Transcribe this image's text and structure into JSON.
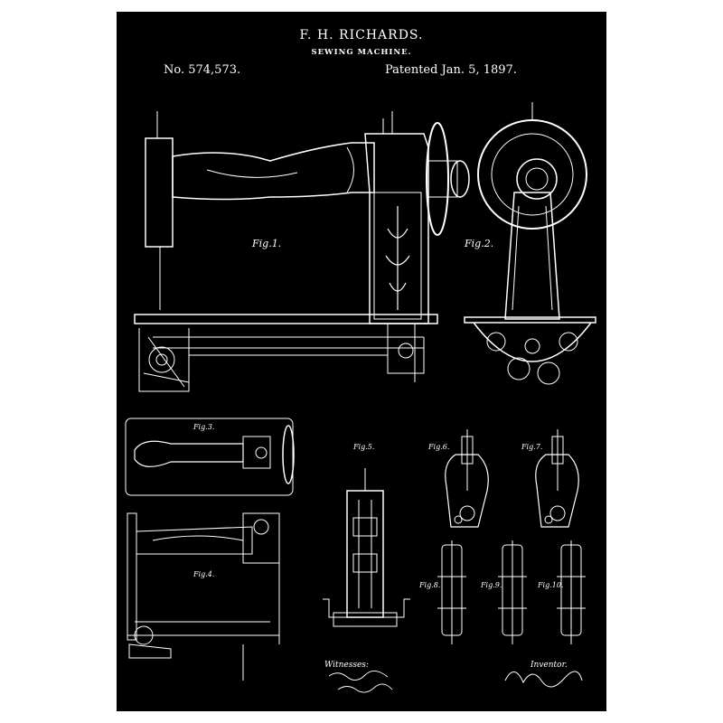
{
  "header": {
    "inventor": "F. H. RICHARDS.",
    "title": "SEWING MACHINE.",
    "patent_number": "No. 574,573.",
    "patent_date": "Patented Jan. 5, 1897."
  },
  "figures": {
    "fig1": "Fig.1.",
    "fig2": "Fig.2.",
    "fig3": "Fig.3.",
    "fig4": "Fig.4.",
    "fig5": "Fig.5.",
    "fig6": "Fig.6.",
    "fig7": "Fig.7.",
    "fig8": "Fig.8.",
    "fig9": "Fig.9.",
    "fig10": "Fig.10."
  },
  "footer": {
    "witnesses_label": "Witnesses:",
    "inventor_label": "Inventor."
  },
  "colors": {
    "background": "#000000",
    "ink": "#ffffff",
    "frame": "#ffffff"
  }
}
